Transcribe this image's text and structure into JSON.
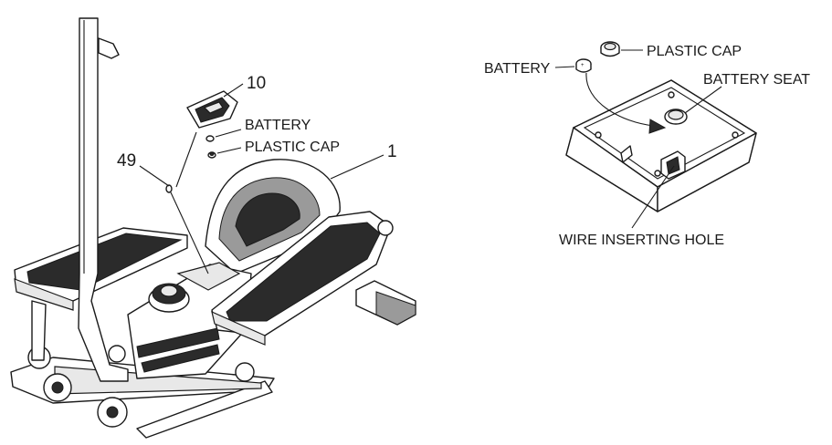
{
  "left_diagram": {
    "callouts": {
      "part_10": "10",
      "battery": "BATTERY",
      "plastic_cap": "PLASTIC CAP",
      "part_49": "49",
      "part_1": "1"
    }
  },
  "right_diagram": {
    "callouts": {
      "plastic_cap": "PLASTIC CAP",
      "battery": "BATTERY",
      "battery_seat": "BATTERY SEAT",
      "wire_inserting_hole": "WIRE INSERTING HOLE"
    }
  }
}
